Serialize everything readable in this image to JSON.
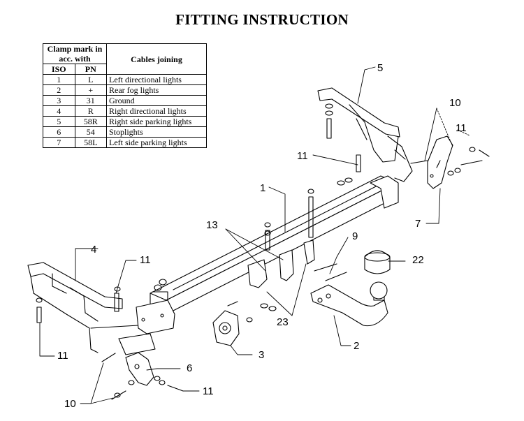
{
  "title": "FITTING INSTRUCTION",
  "table": {
    "header_clamp": "Clamp mark in acc. with",
    "header_cables": "Cables joining",
    "col_iso": "ISO",
    "col_pn": "PN",
    "rows": [
      {
        "iso": "1",
        "pn": "L",
        "cable": "Left directional lights"
      },
      {
        "iso": "2",
        "pn": "+",
        "cable": "Rear fog lights"
      },
      {
        "iso": "3",
        "pn": "31",
        "cable": "Ground"
      },
      {
        "iso": "4",
        "pn": "R",
        "cable": "Right directional lights"
      },
      {
        "iso": "5",
        "pn": "58R",
        "cable": "Right side parking lights"
      },
      {
        "iso": "6",
        "pn": "54",
        "cable": "Stoplights"
      },
      {
        "iso": "7",
        "pn": "58L",
        "cable": "Left side parking lights"
      }
    ]
  },
  "callouts": {
    "c1": "1",
    "c2": "2",
    "c3": "3",
    "c4": "4",
    "c5": "5",
    "c6": "6",
    "c7": "7",
    "c9": "9",
    "c10a": "10",
    "c10b": "10",
    "c11a": "11",
    "c11b": "11",
    "c11c": "11",
    "c11d": "11",
    "c11e": "11",
    "c13": "13",
    "c22": "22",
    "c23": "23"
  }
}
